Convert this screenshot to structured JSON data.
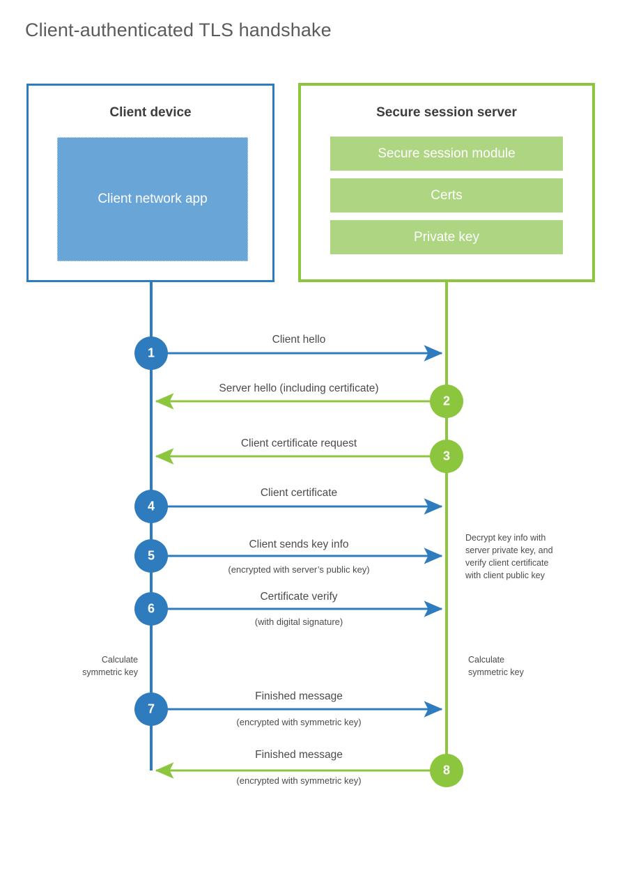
{
  "title": "Client-authenticated TLS handshake",
  "colors": {
    "client_blue": "#2e7cbe",
    "client_app_fill": "#6aa5d8",
    "server_green": "#8cc63e",
    "server_bar_fill": "#aed581",
    "text_gray": "#4b4b4d",
    "title_gray": "#5a5b5d"
  },
  "entities": {
    "client": {
      "title": "Client device",
      "app_label": "Client network app"
    },
    "server": {
      "title": "Secure session server",
      "bars": [
        {
          "label": "Secure session module"
        },
        {
          "label": "Certs"
        },
        {
          "label": "Private key"
        }
      ]
    }
  },
  "chart_data": {
    "type": "sequence-diagram",
    "title": "Client-authenticated TLS handshake",
    "actors": [
      "Client device",
      "Secure session server"
    ],
    "steps": [
      {
        "number": "1",
        "label": "Client hello",
        "sublabel": "",
        "direction": "client-to-server",
        "color": "#2e7cbe"
      },
      {
        "number": "2",
        "label": "Server hello (including certificate)",
        "sublabel": "",
        "direction": "server-to-client",
        "color": "#8cc63e"
      },
      {
        "number": "3",
        "label": "Client certificate request",
        "sublabel": "",
        "direction": "server-to-client",
        "color": "#8cc63e"
      },
      {
        "number": "4",
        "label": "Client certificate",
        "sublabel": "",
        "direction": "client-to-server",
        "color": "#2e7cbe"
      },
      {
        "number": "5",
        "label": "Client sends key info",
        "sublabel": "(encrypted with server’s public key)",
        "direction": "client-to-server",
        "color": "#2e7cbe"
      },
      {
        "number": "6",
        "label": "Certificate verify",
        "sublabel": "(with digital signature)",
        "direction": "client-to-server",
        "color": "#2e7cbe"
      },
      {
        "number": "7",
        "label": "Finished message",
        "sublabel": "(encrypted with symmetric key)",
        "direction": "client-to-server",
        "color": "#2e7cbe"
      },
      {
        "number": "8",
        "label": "Finished message",
        "sublabel": "(encrypted with symmetric key)",
        "direction": "server-to-client",
        "color": "#8cc63e"
      }
    ],
    "annotations": [
      {
        "id": "server-decrypt-note",
        "side": "right",
        "text": "Decrypt key info with server private key, and verify client certificate with client public key"
      },
      {
        "id": "client-calc-key-note",
        "side": "left",
        "text": "Calculate symmetric key"
      },
      {
        "id": "server-calc-key-note",
        "side": "right",
        "text": "Calculate symmetric key"
      }
    ]
  },
  "notes": {
    "decrypt_line1": "Decrypt key info with",
    "decrypt_line2": "server private key, and",
    "decrypt_line3": "verify client certificate",
    "decrypt_line4": "with client public key",
    "calc_line1": "Calculate",
    "calc_line2": "symmetric key"
  }
}
